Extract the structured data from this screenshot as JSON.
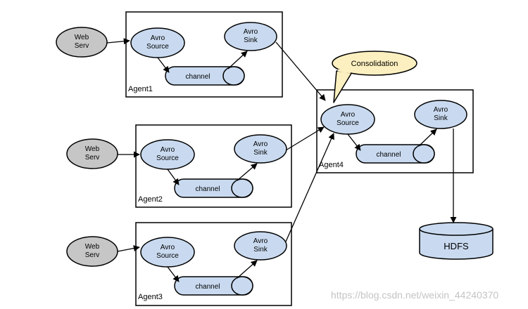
{
  "colors": {
    "node_fill": "#c9daf0",
    "web_fill": "#c6c6c6",
    "callout_fill": "#fdf0c0",
    "stroke": "#000000"
  },
  "agent1": {
    "label": "Agent1",
    "web": [
      "Web",
      "Serv"
    ],
    "source": [
      "Avro",
      "Source"
    ],
    "sink": [
      "Avro",
      "Sink"
    ],
    "channel": "channel"
  },
  "agent2": {
    "label": "Agent2",
    "web": [
      "Web",
      "Serv"
    ],
    "source": [
      "Avro",
      "Source"
    ],
    "sink": [
      "Avro",
      "Sink"
    ],
    "channel": "channel"
  },
  "agent3": {
    "label": "Agent3",
    "web": [
      "Web",
      "Serv"
    ],
    "source": [
      "Avro",
      "Source"
    ],
    "sink": [
      "Avro",
      "Sink"
    ],
    "channel": "channel"
  },
  "agent4": {
    "label": "Agent4",
    "source": [
      "Avro",
      "Source"
    ],
    "sink": [
      "Avro",
      "Sink"
    ],
    "channel": "channel"
  },
  "callout": "Consolidation",
  "hdfs": "HDFS",
  "watermark": "https://blog.csdn.net/weixin_44240370"
}
